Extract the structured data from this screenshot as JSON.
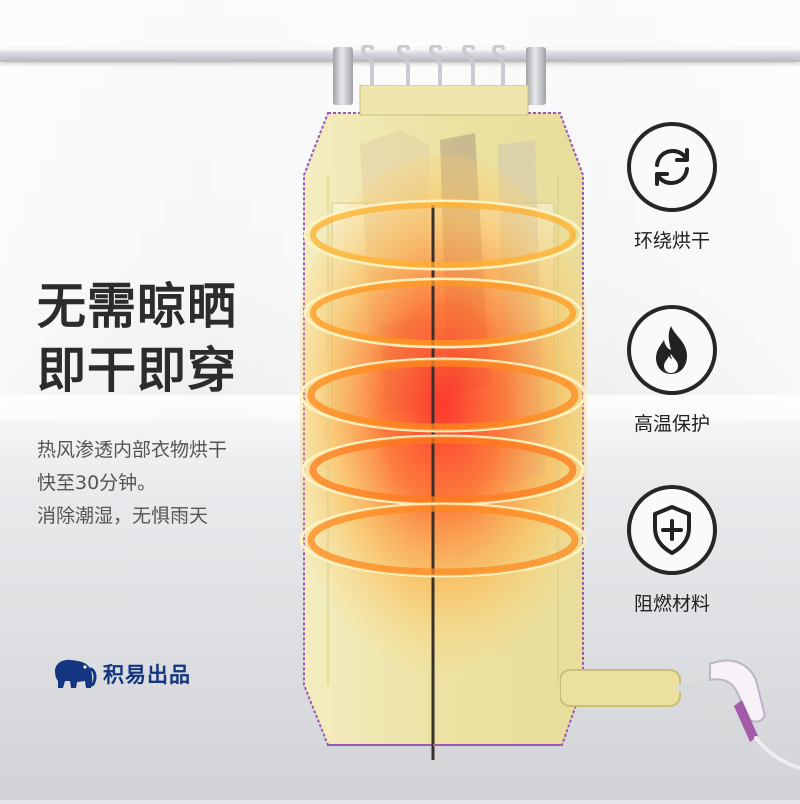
{
  "headline": {
    "line1": "无需晾晒",
    "line2": "即干即穿"
  },
  "description": {
    "line1": "热风渗透内部衣物烘干",
    "line2": "快至30分钟。",
    "line3": "消除潮湿，无惧雨天"
  },
  "brand": {
    "name": "积易出品",
    "icon": "elephant-icon"
  },
  "features": [
    {
      "icon": "circulation-icon",
      "label": "环绕烘干"
    },
    {
      "icon": "flame-icon",
      "label": "高温保护"
    },
    {
      "icon": "shield-plus-icon",
      "label": "阻燃材料"
    }
  ],
  "colors": {
    "wardrobe_fabric": "#efe6a9",
    "wardrobe_trim": "#9b59b6",
    "heat_orange": "#ff8a1f",
    "heat_red": "#ff3d2e",
    "text_dark": "#2c2c2c",
    "text_gray": "#555555",
    "brand_blue": "#14357f"
  }
}
